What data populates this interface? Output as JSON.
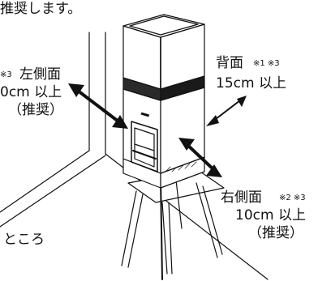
{
  "colors": {
    "ink": "#111111",
    "background": "#ffffff"
  },
  "icons": {
    "arrow": "double-headed-arrow"
  },
  "texts": {
    "top_fragment": "推奨します。",
    "left_note": "※3",
    "left_title": "左側面",
    "left_value": "0cm 以上",
    "left_sub": "（推奨）",
    "back_title": "背面",
    "back_note": "※1 ※3",
    "back_value": "15cm 以上",
    "right_title": "右側面",
    "right_note": "※2 ※3",
    "right_value": "10cm 以上",
    "right_sub": "（推奨）",
    "bottom_fragment": "ところ"
  }
}
